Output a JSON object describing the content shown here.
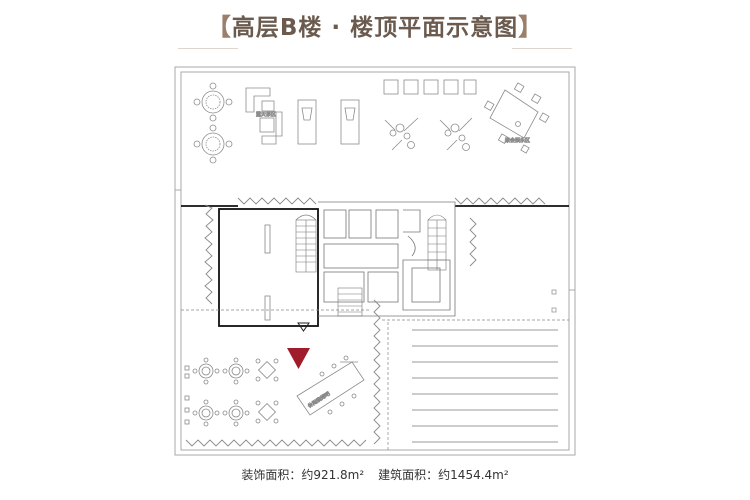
{
  "title": {
    "left_bracket": "【",
    "text": "高层B楼 · 楼顶平面示意图",
    "right_bracket": "】"
  },
  "labels": {
    "lounge_area": "露天茶区",
    "party_area": "聚会娱乐区",
    "bar_area": "休闲烧烤吧"
  },
  "footer": {
    "decor_area": "装饰面积：约921.8m²",
    "building_area": "建筑面积：约1454.4m²"
  },
  "colors": {
    "title": "#6b5a4e",
    "marker": "#a01c2a",
    "wall": "#000000",
    "line": "#9a9a9a"
  }
}
